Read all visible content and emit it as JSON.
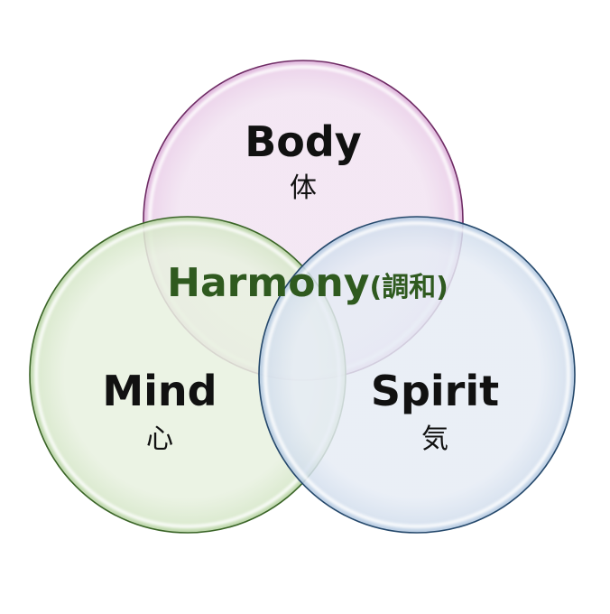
{
  "diagram": {
    "sets": [
      {
        "key": "body",
        "name": "Body",
        "kanji": "体",
        "fill": "#f0e3f1",
        "stroke": "#7a2f6e",
        "glow": "#c77fc0"
      },
      {
        "key": "mind",
        "name": "Mind",
        "kanji": "心",
        "fill": "#e6f0dd",
        "stroke": "#3f6a2a",
        "glow": "#8dba6e"
      },
      {
        "key": "spirit",
        "name": "Spirit",
        "kanji": "気",
        "fill": "#e3eaf4",
        "stroke": "#2b4d6f",
        "glow": "#8fb1d6"
      }
    ],
    "center": {
      "word": "Harmony",
      "kanji": "(調和)",
      "color": "#2f5a1f"
    }
  }
}
